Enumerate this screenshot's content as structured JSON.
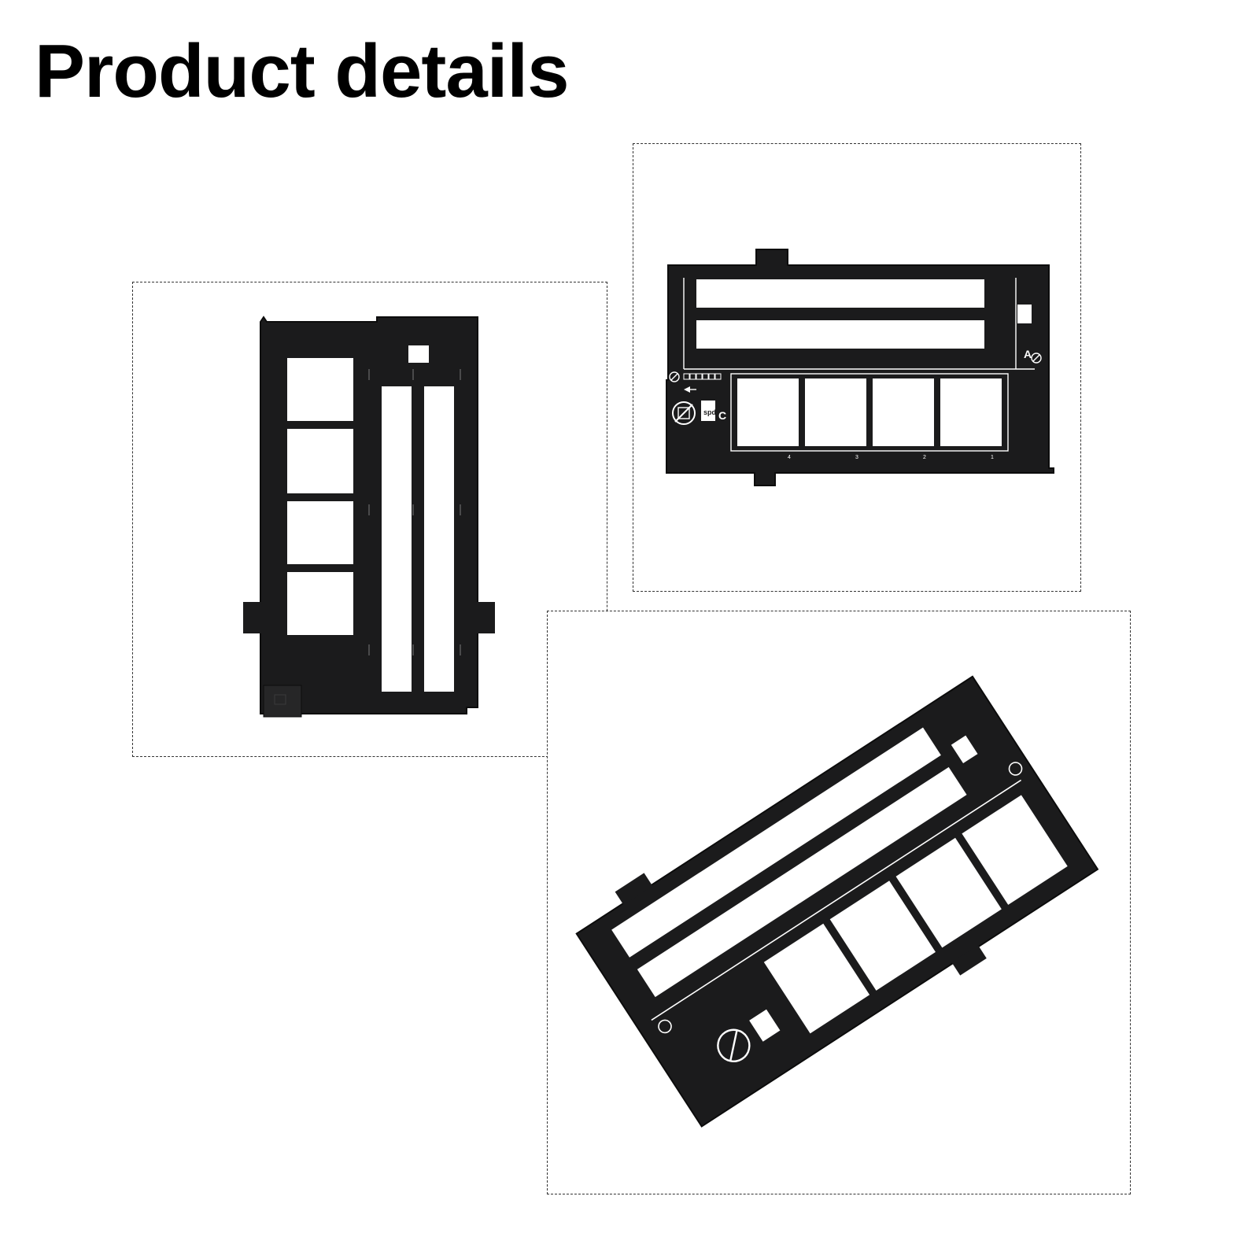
{
  "page": {
    "title": "Product details"
  },
  "colors": {
    "holder": "#1b1b1c",
    "holder_edge": "#0c0c0c",
    "frame_border": "#333333",
    "background": "#ffffff"
  },
  "holder_labels": {
    "section_a": "A",
    "section_c": "C",
    "format_badge": "spd",
    "frame_numbers": [
      "1",
      "2",
      "3",
      "4"
    ],
    "counter_boxes": [
      "1",
      "2",
      "3",
      "4",
      "5",
      "6"
    ]
  },
  "icons": {
    "no_reflective_symbol": "no-reflective-icon",
    "lock_symbol": "lock-circle-icon",
    "arrow": "arrow-left-icon"
  }
}
